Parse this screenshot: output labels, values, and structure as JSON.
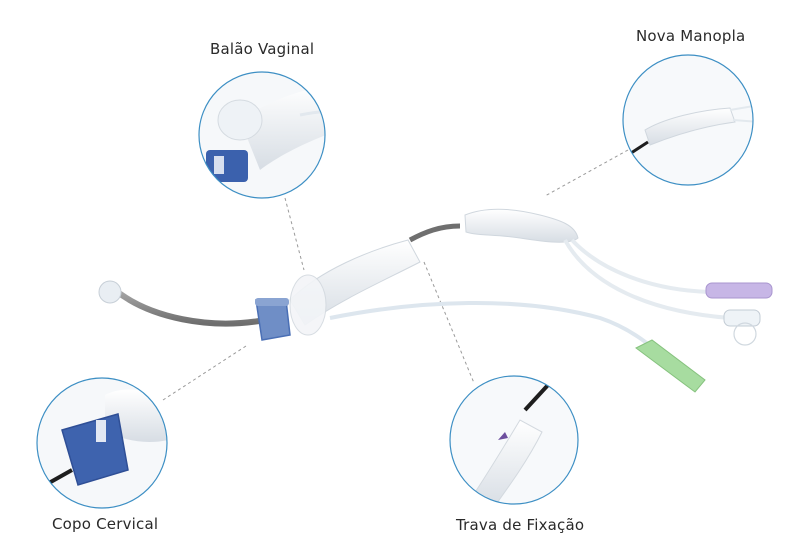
{
  "labels": {
    "balao_vaginal": "Balão Vaginal",
    "nova_manopla": "Nova Manopla",
    "copo_cervical": "Copo Cervical",
    "trava_fixacao": "Trava de Fixação"
  },
  "colors": {
    "circle_outline": "#3d8fc4",
    "leader_line": "#9a9a9a",
    "cup_blue": "#4a6fb5",
    "cup_blue_dark": "#2f4f96",
    "rod_gray": "#8a8a8a",
    "body_white": "#f4f6f8",
    "connector_purple": "#c7b6e6",
    "connector_green": "#a7dca0",
    "tube_clear": "#dde6ee"
  }
}
